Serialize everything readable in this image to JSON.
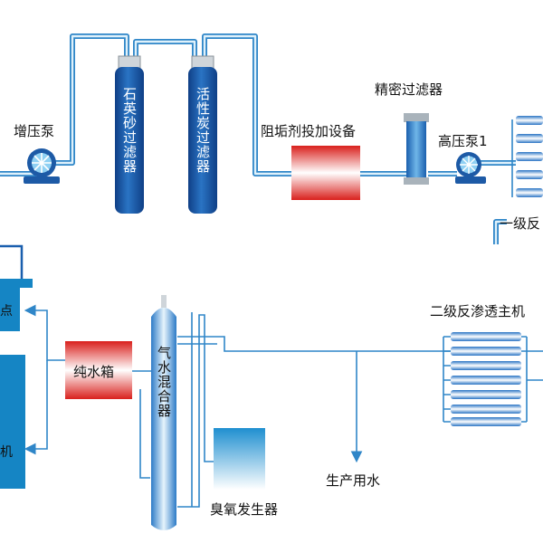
{
  "labels": {
    "booster_pump": "增压泵",
    "quartz_sand_filter": "石英砂过滤器",
    "activated_carbon_filter": "活性炭过滤器",
    "antiscalant_dosing": "阻垢剂投加设备",
    "precision_filter": "精密过滤器",
    "high_pressure_pump": "高压泵1",
    "primary_ro": "一级反",
    "secondary_ro": "二级反渗透主机",
    "pure_water_tank": "纯水箱",
    "gas_water_mixer": "气水混合器",
    "ozone_generator": "臭氧发生器",
    "production_water": "生产用水",
    "left_tank_top": "点",
    "left_tank_bottom": "机"
  },
  "colors": {
    "pipe": "#2f86c8",
    "vessel": "#1d5aa6",
    "red_box": "#d9201c",
    "tank": "#1585c4"
  }
}
